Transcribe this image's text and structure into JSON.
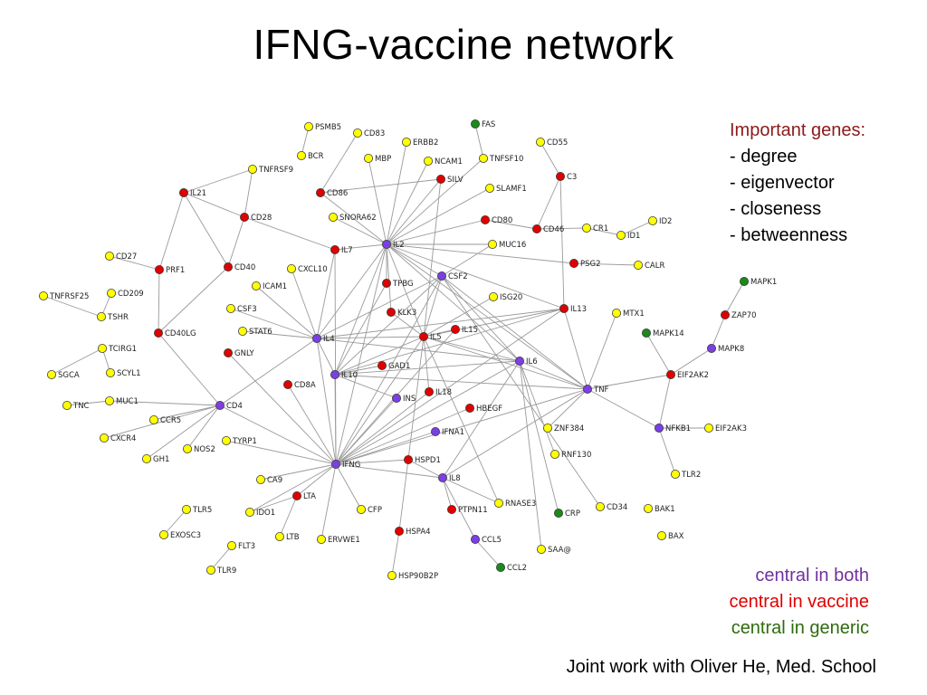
{
  "title": "IFNG-vaccine network",
  "important_genes": {
    "heading": "Important genes:",
    "items": [
      "- degree",
      "- eigenvector",
      "- closeness",
      "- betweenness"
    ]
  },
  "legend": [
    {
      "label": "central in both",
      "color": "#7030a0"
    },
    {
      "label": "central in vaccine",
      "color": "#e00000"
    },
    {
      "label": "central in generic",
      "color": "#2e6b0f"
    }
  ],
  "credit": "Joint work with Oliver He, Med. School",
  "node_colors": {
    "yellow": "#ffff00",
    "red": "#e00000",
    "purple": "#7b3fe4",
    "green": "#1a8a1a"
  },
  "nodes": [
    {
      "id": "PSMB5",
      "c": "yellow"
    },
    {
      "id": "CD83",
      "c": "yellow"
    },
    {
      "id": "ERBB2",
      "c": "yellow"
    },
    {
      "id": "FAS",
      "c": "green"
    },
    {
      "id": "CD55",
      "c": "yellow"
    },
    {
      "id": "BCR",
      "c": "yellow"
    },
    {
      "id": "MBP",
      "c": "yellow"
    },
    {
      "id": "NCAM1",
      "c": "yellow"
    },
    {
      "id": "TNFSF10",
      "c": "yellow"
    },
    {
      "id": "C3",
      "c": "red"
    },
    {
      "id": "TNFRSF9",
      "c": "yellow"
    },
    {
      "id": "SILV",
      "c": "red"
    },
    {
      "id": "IL21",
      "c": "red"
    },
    {
      "id": "CD86",
      "c": "red"
    },
    {
      "id": "SLAMF1",
      "c": "yellow"
    },
    {
      "id": "CD28",
      "c": "red"
    },
    {
      "id": "SNORA62",
      "c": "yellow"
    },
    {
      "id": "CD80",
      "c": "red"
    },
    {
      "id": "CD46",
      "c": "red"
    },
    {
      "id": "CR1",
      "c": "yellow"
    },
    {
      "id": "ID2",
      "c": "yellow"
    },
    {
      "id": "ID1",
      "c": "yellow"
    },
    {
      "id": "IL2",
      "c": "purple"
    },
    {
      "id": "MUC16",
      "c": "yellow"
    },
    {
      "id": "IL7",
      "c": "red"
    },
    {
      "id": "CD27",
      "c": "yellow"
    },
    {
      "id": "PSG2",
      "c": "red"
    },
    {
      "id": "CALR",
      "c": "yellow"
    },
    {
      "id": "PRF1",
      "c": "red"
    },
    {
      "id": "CD40",
      "c": "red"
    },
    {
      "id": "CXCL10",
      "c": "yellow"
    },
    {
      "id": "CSF2",
      "c": "purple"
    },
    {
      "id": "MAPK1",
      "c": "green"
    },
    {
      "id": "TNFRSF25",
      "c": "yellow"
    },
    {
      "id": "CD209",
      "c": "yellow"
    },
    {
      "id": "ICAM1",
      "c": "yellow"
    },
    {
      "id": "TPBG",
      "c": "red"
    },
    {
      "id": "ISG20",
      "c": "yellow"
    },
    {
      "id": "TSHR",
      "c": "yellow"
    },
    {
      "id": "CSF3",
      "c": "yellow"
    },
    {
      "id": "KLK3",
      "c": "red"
    },
    {
      "id": "IL13",
      "c": "red"
    },
    {
      "id": "MTX1",
      "c": "yellow"
    },
    {
      "id": "ZAP70",
      "c": "red"
    },
    {
      "id": "CD40LG",
      "c": "red"
    },
    {
      "id": "STAT6",
      "c": "yellow"
    },
    {
      "id": "IL15",
      "c": "red"
    },
    {
      "id": "MAPK14",
      "c": "green"
    },
    {
      "id": "IL4",
      "c": "purple"
    },
    {
      "id": "IL5",
      "c": "red"
    },
    {
      "id": "MAPK8",
      "c": "purple"
    },
    {
      "id": "TCIRG1",
      "c": "yellow"
    },
    {
      "id": "GNLY",
      "c": "red"
    },
    {
      "id": "IL6",
      "c": "purple"
    },
    {
      "id": "GAD1",
      "c": "red"
    },
    {
      "id": "SGCA",
      "c": "yellow"
    },
    {
      "id": "SCYL1",
      "c": "yellow"
    },
    {
      "id": "IL10",
      "c": "purple"
    },
    {
      "id": "EIF2AK2",
      "c": "red"
    },
    {
      "id": "CD8A",
      "c": "red"
    },
    {
      "id": "TNF",
      "c": "purple"
    },
    {
      "id": "IL18",
      "c": "red"
    },
    {
      "id": "MUC1",
      "c": "yellow"
    },
    {
      "id": "INS",
      "c": "purple"
    },
    {
      "id": "TNC",
      "c": "yellow"
    },
    {
      "id": "CD4",
      "c": "purple"
    },
    {
      "id": "HBEGF",
      "c": "red"
    },
    {
      "id": "CCR5",
      "c": "yellow"
    },
    {
      "id": "ZNF384",
      "c": "yellow"
    },
    {
      "id": "NFKB1",
      "c": "purple"
    },
    {
      "id": "EIF2AK3",
      "c": "yellow"
    },
    {
      "id": "IFNA1",
      "c": "purple"
    },
    {
      "id": "CXCR4",
      "c": "yellow"
    },
    {
      "id": "TYRP1",
      "c": "yellow"
    },
    {
      "id": "NOS2",
      "c": "yellow"
    },
    {
      "id": "RNF130",
      "c": "yellow"
    },
    {
      "id": "GH1",
      "c": "yellow"
    },
    {
      "id": "IFNG",
      "c": "purple"
    },
    {
      "id": "HSPD1",
      "c": "red"
    },
    {
      "id": "TLR2",
      "c": "yellow"
    },
    {
      "id": "IL8",
      "c": "purple"
    },
    {
      "id": "CA9",
      "c": "yellow"
    },
    {
      "id": "LTA",
      "c": "red"
    },
    {
      "id": "RNASE3",
      "c": "yellow"
    },
    {
      "id": "CD34",
      "c": "yellow"
    },
    {
      "id": "BAK1",
      "c": "yellow"
    },
    {
      "id": "CRP",
      "c": "green"
    },
    {
      "id": "PTPN11",
      "c": "red"
    },
    {
      "id": "TLR5",
      "c": "yellow"
    },
    {
      "id": "IDO1",
      "c": "yellow"
    },
    {
      "id": "CFP",
      "c": "yellow"
    },
    {
      "id": "EXOSC3",
      "c": "yellow"
    },
    {
      "id": "BAX",
      "c": "yellow"
    },
    {
      "id": "LTB",
      "c": "yellow"
    },
    {
      "id": "ERVWE1",
      "c": "yellow"
    },
    {
      "id": "HSPA4",
      "c": "red"
    },
    {
      "id": "CCL5",
      "c": "purple"
    },
    {
      "id": "SAA@",
      "c": "yellow"
    },
    {
      "id": "FLT3",
      "c": "yellow"
    },
    {
      "id": "TLR9",
      "c": "yellow"
    },
    {
      "id": "CCL2",
      "c": "green"
    },
    {
      "id": "HSP90B2P",
      "c": "yellow"
    }
  ],
  "edges": [
    [
      "PSMB5",
      "BCR"
    ],
    [
      "CD83",
      "CD86"
    ],
    [
      "ERBB2",
      "IL2"
    ],
    [
      "MBP",
      "IL2"
    ],
    [
      "NCAM1",
      "IL2"
    ],
    [
      "FAS",
      "TNFSF10"
    ],
    [
      "TNFSF10",
      "IL2"
    ],
    [
      "CD55",
      "C3"
    ],
    [
      "C3",
      "CD46"
    ],
    [
      "C3",
      "IL13"
    ],
    [
      "CD46",
      "CR1"
    ],
    [
      "CR1",
      "ID1"
    ],
    [
      "ID1",
      "ID2"
    ],
    [
      "CD86",
      "SILV"
    ],
    [
      "CD86",
      "IL2"
    ],
    [
      "SILV",
      "IL2"
    ],
    [
      "SILV",
      "IL5"
    ],
    [
      "SLAMF1",
      "IL2"
    ],
    [
      "TNFRSF9",
      "IL21"
    ],
    [
      "TNFRSF9",
      "CD28"
    ],
    [
      "IL21",
      "CD28"
    ],
    [
      "IL21",
      "PRF1"
    ],
    [
      "IL21",
      "CD40"
    ],
    [
      "CD28",
      "IL7"
    ],
    [
      "CD28",
      "CD40"
    ],
    [
      "SNORA62",
      "IL2"
    ],
    [
      "CD80",
      "IL2"
    ],
    [
      "CD80",
      "CD46"
    ],
    [
      "IL2",
      "IL7"
    ],
    [
      "IL2",
      "MUC16"
    ],
    [
      "IL2",
      "PSG2"
    ],
    [
      "PSG2",
      "CALR"
    ],
    [
      "IL2",
      "CSF2"
    ],
    [
      "IL2",
      "TPBG"
    ],
    [
      "IL2",
      "KLK3"
    ],
    [
      "IL2",
      "IL4"
    ],
    [
      "IL2",
      "IL5"
    ],
    [
      "IL2",
      "IL6"
    ],
    [
      "IL2",
      "IL10"
    ],
    [
      "IL2",
      "TNF"
    ],
    [
      "IL2",
      "IFNG"
    ],
    [
      "IL2",
      "IL13"
    ],
    [
      "CD27",
      "PRF1"
    ],
    [
      "PRF1",
      "CD40LG"
    ],
    [
      "CD40",
      "CD40LG"
    ],
    [
      "CXCL10",
      "IL4"
    ],
    [
      "CSF2",
      "IL4"
    ],
    [
      "CSF2",
      "IL5"
    ],
    [
      "CSF2",
      "IL6"
    ],
    [
      "CSF2",
      "TNF"
    ],
    [
      "CSF2",
      "IFNG"
    ],
    [
      "CSF2",
      "IL10"
    ],
    [
      "CSF2",
      "CD34"
    ],
    [
      "CSF2",
      "MUC16"
    ],
    [
      "MAPK1",
      "ZAP70"
    ],
    [
      "ZAP70",
      "MAPK8"
    ],
    [
      "MAPK8",
      "EIF2AK2"
    ],
    [
      "TNFRSF25",
      "TSHR"
    ],
    [
      "CD209",
      "TSHR"
    ],
    [
      "ICAM1",
      "IL4"
    ],
    [
      "TPBG",
      "IL10"
    ],
    [
      "ISG20",
      "IL5"
    ],
    [
      "CSF3",
      "IL4"
    ],
    [
      "KLK3",
      "IL5"
    ],
    [
      "IL13",
      "IL4"
    ],
    [
      "IL13",
      "IL5"
    ],
    [
      "IL13",
      "IL10"
    ],
    [
      "IL13",
      "IFNG"
    ],
    [
      "IL13",
      "TNF"
    ],
    [
      "MTX1",
      "TNF"
    ],
    [
      "CD40LG",
      "CD4"
    ],
    [
      "STAT6",
      "IL4"
    ],
    [
      "IL15",
      "IL5"
    ],
    [
      "IL15",
      "IFNG"
    ],
    [
      "MAPK14",
      "EIF2AK2"
    ],
    [
      "IL4",
      "IL5"
    ],
    [
      "IL4",
      "IL10"
    ],
    [
      "IL4",
      "IFNG"
    ],
    [
      "IL4",
      "IL6"
    ],
    [
      "IL4",
      "CD4"
    ],
    [
      "IL4",
      "IL7"
    ],
    [
      "IL5",
      "IL6"
    ],
    [
      "IL5",
      "IL10"
    ],
    [
      "IL5",
      "IFNG"
    ],
    [
      "IL5",
      "TNF"
    ],
    [
      "IL5",
      "RNASE3"
    ],
    [
      "GNLY",
      "IFNG"
    ],
    [
      "IL6",
      "TNF"
    ],
    [
      "IL6",
      "IFNG"
    ],
    [
      "IL6",
      "IL10"
    ],
    [
      "IL6",
      "CRP"
    ],
    [
      "IL6",
      "IL8"
    ],
    [
      "GAD1",
      "IL10"
    ],
    [
      "EIF2AK2",
      "TNF"
    ],
    [
      "EIF2AK2",
      "NFKB1"
    ],
    [
      "IL10",
      "TNF"
    ],
    [
      "IL10",
      "IFNG"
    ],
    [
      "IL10",
      "INS"
    ],
    [
      "CD8A",
      "IFNG"
    ],
    [
      "TNF",
      "NFKB1"
    ],
    [
      "TNF",
      "IFNG"
    ],
    [
      "TNF",
      "IL8"
    ],
    [
      "IL18",
      "IFNG"
    ],
    [
      "IL18",
      "IL5"
    ],
    [
      "INS",
      "IFNG"
    ],
    [
      "TNC",
      "MUC1"
    ],
    [
      "MUC1",
      "CD4"
    ],
    [
      "CD4",
      "CCR5"
    ],
    [
      "CD4",
      "CXCR4"
    ],
    [
      "CD4",
      "NOS2"
    ],
    [
      "CD4",
      "GH1"
    ],
    [
      "CD4",
      "IFNG"
    ],
    [
      "HBEGF",
      "IFNG"
    ],
    [
      "NFKB1",
      "TLR2"
    ],
    [
      "NFKB1",
      "EIF2AK3"
    ],
    [
      "IFNA1",
      "IFNG"
    ],
    [
      "TYRP1",
      "IFNG"
    ],
    [
      "ZNF384",
      "TNF"
    ],
    [
      "RNF130",
      "IL6"
    ],
    [
      "IFNG",
      "HSPD1"
    ],
    [
      "IFNG",
      "IL8"
    ],
    [
      "IFNG",
      "CA9"
    ],
    [
      "IFNG",
      "LTA"
    ],
    [
      "IFNG",
      "IDO1"
    ],
    [
      "IFNG",
      "CFP"
    ],
    [
      "IFNG",
      "ERVWE1"
    ],
    [
      "IFNG",
      "IL7"
    ],
    [
      "HSPD1",
      "IL8"
    ],
    [
      "IL8",
      "PTPN11"
    ],
    [
      "IL8",
      "CCL5"
    ],
    [
      "IL8",
      "RNASE3"
    ],
    [
      "LTA",
      "LTB"
    ],
    [
      "LTA",
      "IDO1"
    ],
    [
      "CCL5",
      "CCL2"
    ],
    [
      "SAA@",
      "IL6"
    ],
    [
      "HSPA4",
      "IL5"
    ],
    [
      "HSP90B2P",
      "HSPA4"
    ],
    [
      "TLR5",
      "EXOSC3"
    ],
    [
      "FLT3",
      "TLR9"
    ],
    [
      "TCIRG1",
      "SCYL1"
    ],
    [
      "SGCA",
      "TCIRG1"
    ]
  ]
}
